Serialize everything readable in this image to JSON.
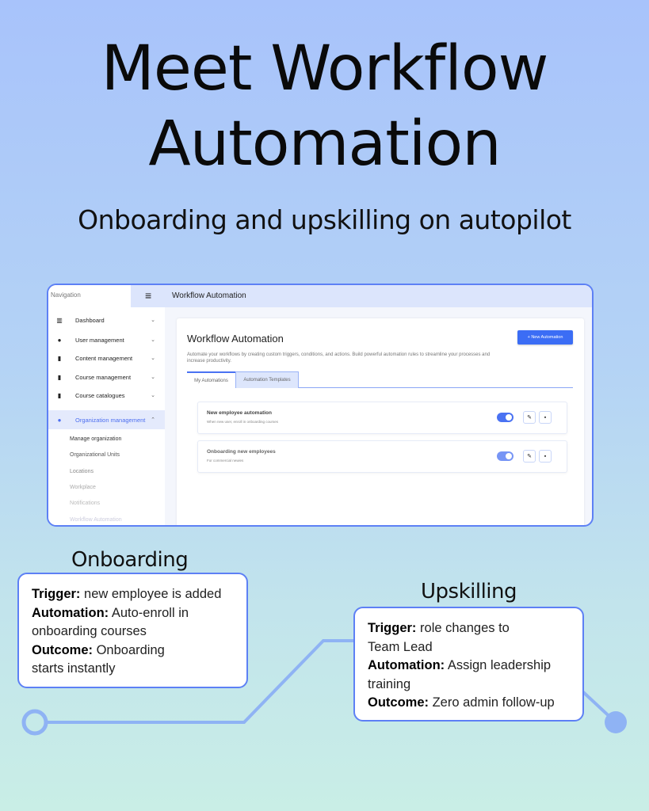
{
  "hero": {
    "title_line1": "Meet Workflow",
    "title_line2": "Automation",
    "subtitle": "Onboarding and upskilling on autopilot"
  },
  "app": {
    "nav_header": "Navigation",
    "topbar_title": "Workflow Automation",
    "sidebar": [
      {
        "label": "Dashboard",
        "icon": "bar-chart-icon"
      },
      {
        "label": "User management",
        "icon": "user-icon"
      },
      {
        "label": "Content management",
        "icon": "document-icon"
      },
      {
        "label": "Course management",
        "icon": "book-icon"
      },
      {
        "label": "Course catalogues",
        "icon": "document-icon"
      },
      {
        "label": "Organization management",
        "icon": "users-icon",
        "active": true
      }
    ],
    "subitems": [
      "Manage organization",
      "Organizational Units",
      "Locations",
      "Workplace",
      "Notifications",
      "Workflow Automation"
    ],
    "page_title": "Workflow Automation",
    "description": "Automate your workflows by creating custom triggers, conditions, and actions. Build powerful automation rules to streamline your processes and increase productivity.",
    "new_button": "+ New Automation",
    "tabs": [
      "My Automations",
      "Automation Templates"
    ],
    "automations": [
      {
        "name": "New employee automation",
        "desc": "When new user, enroll in onboarding courses",
        "enabled": true
      },
      {
        "name": "Onboarding new employees",
        "desc": "For commercial newies",
        "enabled": true
      }
    ],
    "accent": "#3b6df5"
  },
  "onboarding": {
    "heading": "Onboarding",
    "trigger_k": "Trigger:",
    "trigger_v": " new employee is added",
    "automation_k": "Automation:",
    "automation_v": " Auto-enroll in onboarding courses",
    "outcome_k": "Outcome:",
    "outcome_v": " Onboarding starts instantly"
  },
  "upskilling": {
    "heading": "Upskilling",
    "trigger_k": "Trigger:",
    "trigger_v": " role changes to Team Lead",
    "automation_k": "Automation:",
    "automation_v": " Assign leadership training",
    "outcome_k": "Outcome:",
    "outcome_v": " Zero admin follow-up"
  }
}
